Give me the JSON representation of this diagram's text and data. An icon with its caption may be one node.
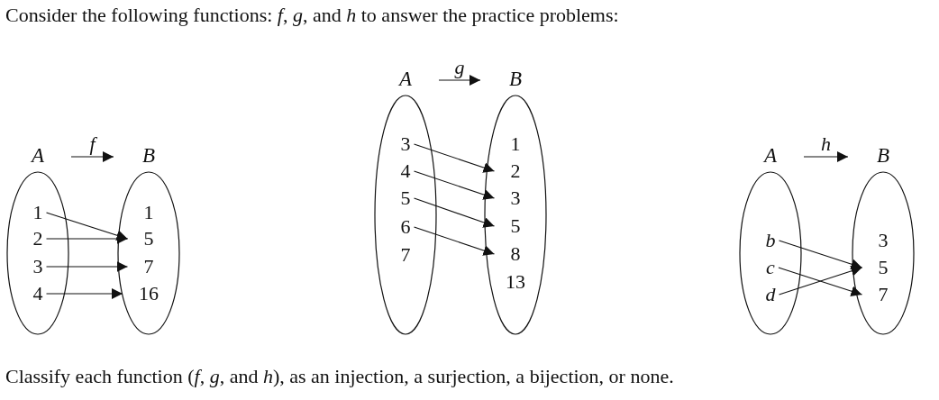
{
  "diagram": {
    "title": "Consider the following functions: *f*, *g*, and *h* to answer the practice problems:",
    "caption": "Classify each function (*f*, *g*, and *h*), as an injection, a surjection, a bijection, or none.",
    "nodes": [
      {
        "text": [
          "A"
        ]
      },
      {
        "text": [
          "1"
        ],
        "in": 0
      },
      {
        "text": [
          "2"
        ],
        "in": 0
      },
      {
        "text": [
          "3"
        ],
        "in": 0
      },
      {
        "text": [
          "4"
        ],
        "in": 0
      },
      {
        "text": [
          "B"
        ]
      },
      {
        "text": [
          "1"
        ],
        "in": 5
      },
      {
        "text": [
          "5"
        ],
        "in": 5
      },
      {
        "text": [
          "7"
        ],
        "in": 5
      },
      {
        "text": [
          "16"
        ],
        "in": 5
      },
      {
        "text": [
          "A"
        ]
      },
      {
        "text": [
          "3"
        ],
        "in": 10
      },
      {
        "text": [
          "4"
        ],
        "in": 10
      },
      {
        "text": [
          "5"
        ],
        "in": 10
      },
      {
        "text": [
          "6"
        ],
        "in": 10
      },
      {
        "text": [
          "7"
        ],
        "in": 10
      },
      {
        "text": [
          "B"
        ]
      },
      {
        "text": [
          "1"
        ],
        "in": 16
      },
      {
        "text": [
          "2"
        ],
        "in": 16
      },
      {
        "text": [
          "3"
        ],
        "in": 16
      },
      {
        "text": [
          "5"
        ],
        "in": 16
      },
      {
        "text": [
          "8"
        ],
        "in": 16
      },
      {
        "text": [
          "13"
        ],
        "in": 16
      },
      {
        "text": [
          "A"
        ]
      },
      {
        "text": [
          "b"
        ],
        "in": 23
      },
      {
        "text": [
          "c"
        ],
        "in": 23
      },
      {
        "text": [
          "d"
        ],
        "in": 23
      },
      {
        "text": [
          "B"
        ]
      },
      {
        "text": [
          "3"
        ],
        "in": 27
      },
      {
        "text": [
          "5"
        ],
        "in": 27
      },
      {
        "text": [
          "7"
        ],
        "in": 27
      }
    ],
    "edges": [
      {
        "from": 0,
        "to": 5,
        "arrow": "to",
        "label": "f"
      },
      {
        "from": 1,
        "to": 7,
        "arrow": "to"
      },
      {
        "from": 2,
        "to": 7,
        "arrow": "to"
      },
      {
        "from": 3,
        "to": 8,
        "arrow": "to"
      },
      {
        "from": 4,
        "to": 9,
        "arrow": "to"
      },
      {
        "from": 10,
        "to": 16,
        "arrow": "to",
        "label": "g"
      },
      {
        "from": 11,
        "to": 18,
        "arrow": "to"
      },
      {
        "from": 12,
        "to": 19,
        "arrow": "to"
      },
      {
        "from": 13,
        "to": 20,
        "arrow": "to"
      },
      {
        "from": 14,
        "to": 21,
        "arrow": "to"
      },
      {
        "from": 23,
        "to": 27,
        "arrow": "to",
        "label": "h"
      },
      {
        "from": 24,
        "to": 29,
        "arrow": "to"
      },
      {
        "from": 25,
        "to": 30,
        "arrow": "to"
      },
      {
        "from": 26,
        "to": 29,
        "arrow": "to"
      }
    ]
  }
}
